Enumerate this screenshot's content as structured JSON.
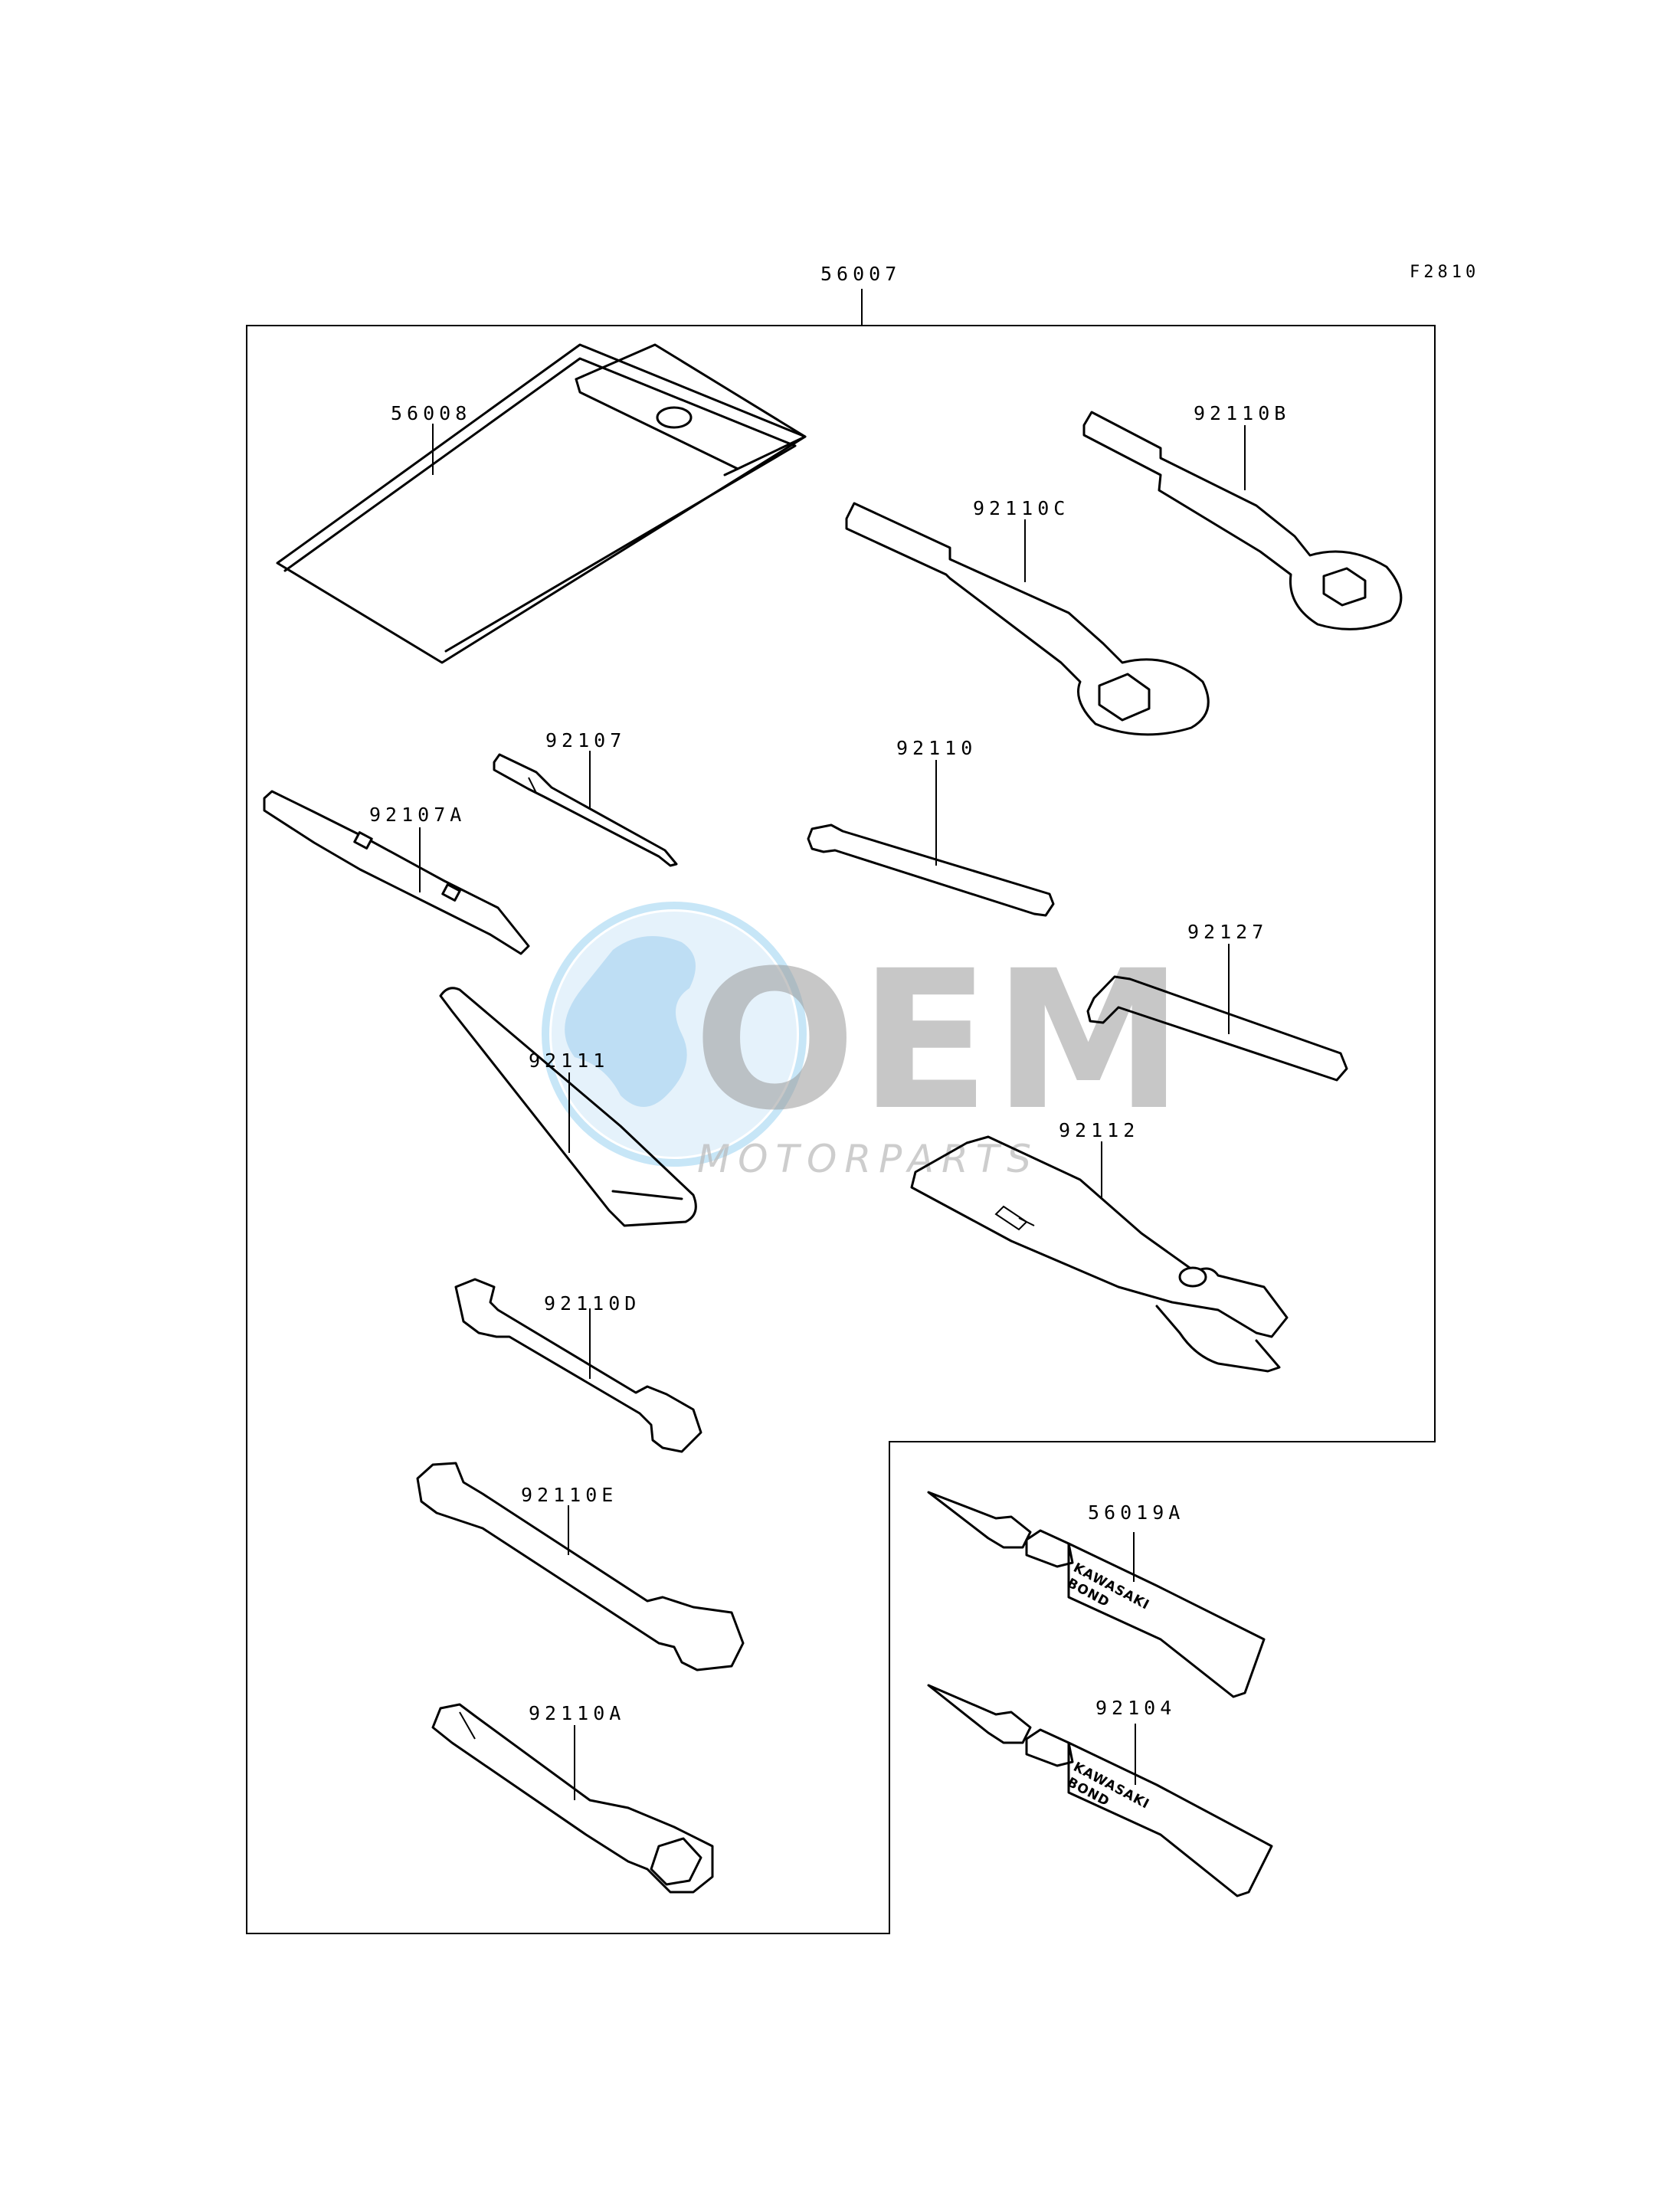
{
  "figure_code": "F2810",
  "assembly_number": "56007",
  "parts": [
    {
      "id": "56008",
      "label": "56008",
      "name": "tool-bag"
    },
    {
      "id": "92110B",
      "label": "92110B",
      "name": "ring-wrench-small"
    },
    {
      "id": "92110C",
      "label": "92110C",
      "name": "ring-wrench-large"
    },
    {
      "id": "92107",
      "label": "92107",
      "name": "screwdriver-bit"
    },
    {
      "id": "92107A",
      "label": "92107A",
      "name": "double-screwdriver"
    },
    {
      "id": "92110",
      "label": "92110",
      "name": "hex-key"
    },
    {
      "id": "92127",
      "label": "92127",
      "name": "hex-key-large"
    },
    {
      "id": "92111",
      "label": "92111",
      "name": "handle-bar"
    },
    {
      "id": "92112",
      "label": "92112",
      "name": "pliers"
    },
    {
      "id": "92110D",
      "label": "92110D",
      "name": "open-wrench-small"
    },
    {
      "id": "92110E",
      "label": "92110E",
      "name": "open-wrench-large"
    },
    {
      "id": "92110A",
      "label": "92110A",
      "name": "plug-wrench"
    },
    {
      "id": "56019A",
      "label": "56019A",
      "name": "bond-tube-1"
    },
    {
      "id": "92104",
      "label": "92104",
      "name": "bond-tube-2"
    }
  ],
  "tube_text": {
    "line1": "KAWASAKI",
    "line2": "BOND"
  },
  "watermark": {
    "big": "OEM",
    "small": "MOTORPARTS"
  },
  "colors": {
    "line": "#000000",
    "background": "#ffffff",
    "watermark_blue": "#7fc3ea",
    "watermark_gray": "#9a9a9a"
  }
}
